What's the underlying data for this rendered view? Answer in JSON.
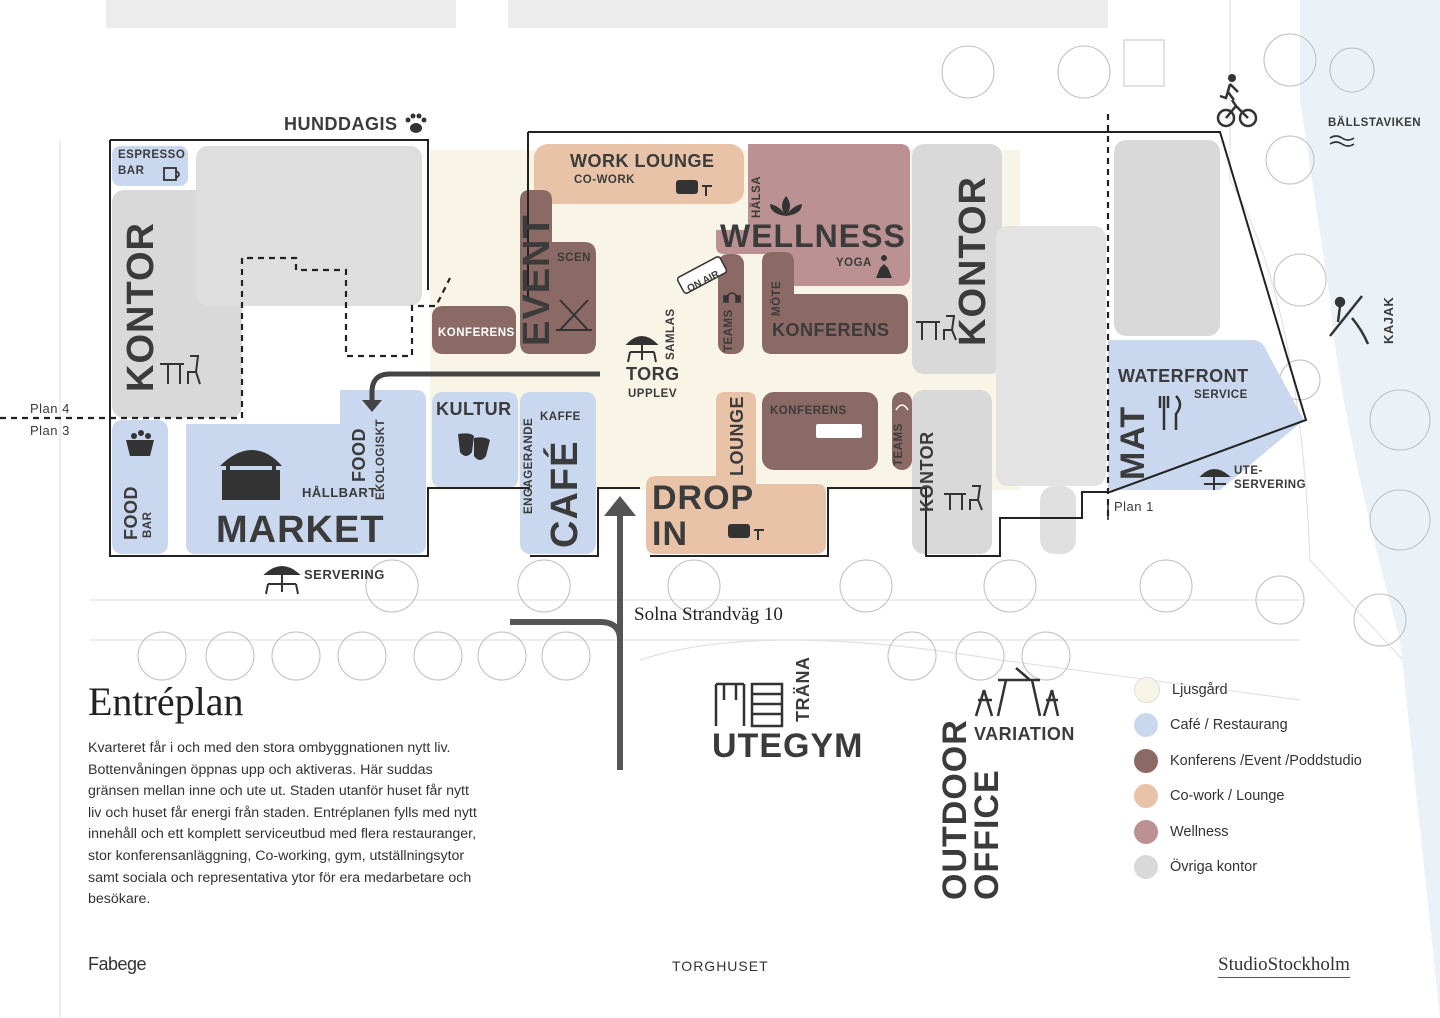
{
  "title": "Entréplan",
  "description": "Kvarteret får i och med den stora ombyggnationen nytt liv. Bottenvåningen öppnas upp och aktiveras. Här suddas gränsen mellan inne och ute ut. Staden utanför huset får nytt liv och huset får energi från staden. Entréplanen fylls med nytt innehåll och ett komplett serviceutbud med flera restauranger, stor konferensanläggning, Co-working, gym, utställningsytor samt sociala och representativa ytor för era medarbetare och besökare.",
  "colors": {
    "ljusgard": "#f8f4e6",
    "cafe": "#c9d7ef",
    "konferens": "#8b6a66",
    "cowork": "#e8c3a8",
    "wellness": "#bb9194",
    "ovriga": "#d9d9d9",
    "outline": "#222222",
    "text": "#3b3b3b"
  },
  "legend": [
    {
      "label": "Ljusgård",
      "color": "#f8f4e6"
    },
    {
      "label": "Café / Restaurang",
      "color": "#c9d7ef"
    },
    {
      "label": "Konferens /Event /Poddstudio",
      "color": "#8b6a66"
    },
    {
      "label": "Co-work / Lounge",
      "color": "#e8c3a8"
    },
    {
      "label": "Wellness",
      "color": "#bb9194"
    },
    {
      "label": "Övriga kontor",
      "color": "#d9d9d9"
    }
  ],
  "labels": {
    "hunddagis": "HUNDDAGIS",
    "espresso": "ESPRESSO",
    "bar": "BAR",
    "kontor": "KONTOR",
    "plan4": "Plan 4",
    "plan3": "Plan 3",
    "plan1": "Plan 1",
    "food": "FOOD",
    "market": "MARKET",
    "hallbart": "HÅLLBART",
    "ekologiskt": "EKOLOGISKT",
    "servering": "SERVERING",
    "konferens": "KONFERENS",
    "event": "EVENT",
    "scen": "SCEN",
    "kultur": "KULTUR",
    "kaffe": "KAFFE",
    "engagerande": "ENGAGERANDE",
    "cafe": "CAFÉ",
    "work_lounge": "WORK LOUNGE",
    "co_work": "CO-WORK",
    "torg": "TORG",
    "samlas": "SAMLAS",
    "upplev": "UPPLEV",
    "on_air": "ON AIR",
    "teams": "TEAMS",
    "halsa": "HÄLSA",
    "wellness": "WELLNESS",
    "yoga": "YOGA",
    "mote": "MÖTE",
    "lounge": "LOUNGE",
    "drop": "DROP",
    "in": "IN",
    "waterfront": "WATERFRONT",
    "service": "SERVICE",
    "mat": "MAT",
    "ute": "UTE-",
    "servering2": "SERVERING",
    "ballstaviken": "BÄLLSTAVIKEN",
    "kajak": "KAJAK",
    "street": "Solna Strandväg 10",
    "trana": "TRÄNA",
    "utegym": "UTEGYM",
    "outdoor": "OUTDOOR",
    "office": "OFFICE",
    "variation": "VARIATION"
  },
  "footer": {
    "logo_left": "Fabege",
    "center": "TORGHUSET",
    "logo_right": "StudioStockholm"
  }
}
